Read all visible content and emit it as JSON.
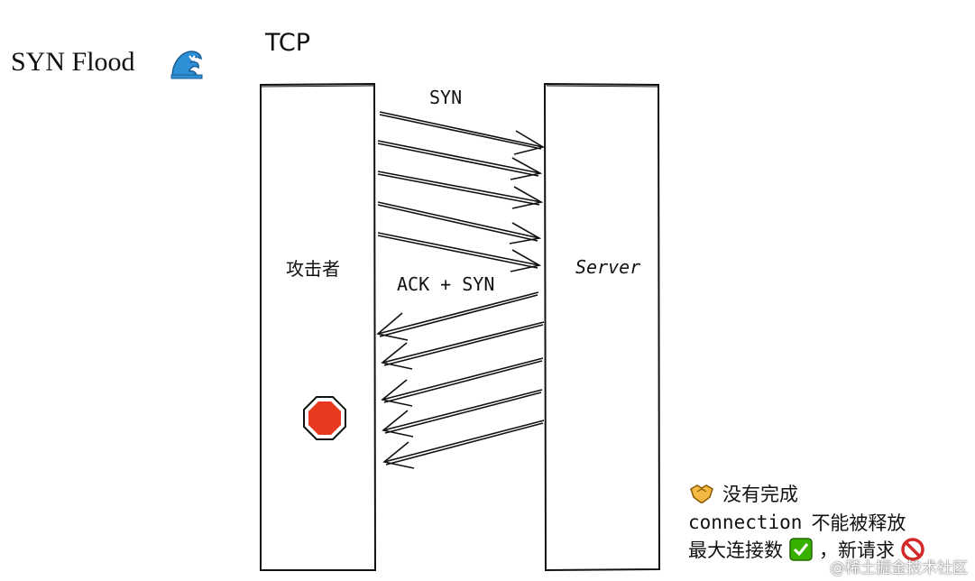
{
  "slide_title": "SYN Flood",
  "diagram_title": "TCP",
  "lanes": {
    "attacker": "攻击者",
    "server": "Server"
  },
  "arrows": {
    "syn_label": "SYN",
    "ack_syn_label": "ACK + SYN"
  },
  "notes": {
    "line1_text": "没有完成",
    "line2_code": "connection",
    "line2_text": "不能被释放",
    "line3_text_a": "最大连接数",
    "line3_text_b": "，新请求"
  },
  "watermark": "@稀土掘金技术社区",
  "icons": {
    "title_icon": "water-wave-icon",
    "attacker_icon": "stop-sign-icon",
    "note1_icon": "handshake-icon",
    "note3_icon_a": "check-mark-button-icon",
    "note3_icon_b": "prohibited-icon"
  },
  "colors": {
    "stop_sign": "#e8381e",
    "check_button": "#38b000",
    "prohibited": "#d62828",
    "handshake": "#f4b942",
    "wave": "#2d8fd5"
  }
}
